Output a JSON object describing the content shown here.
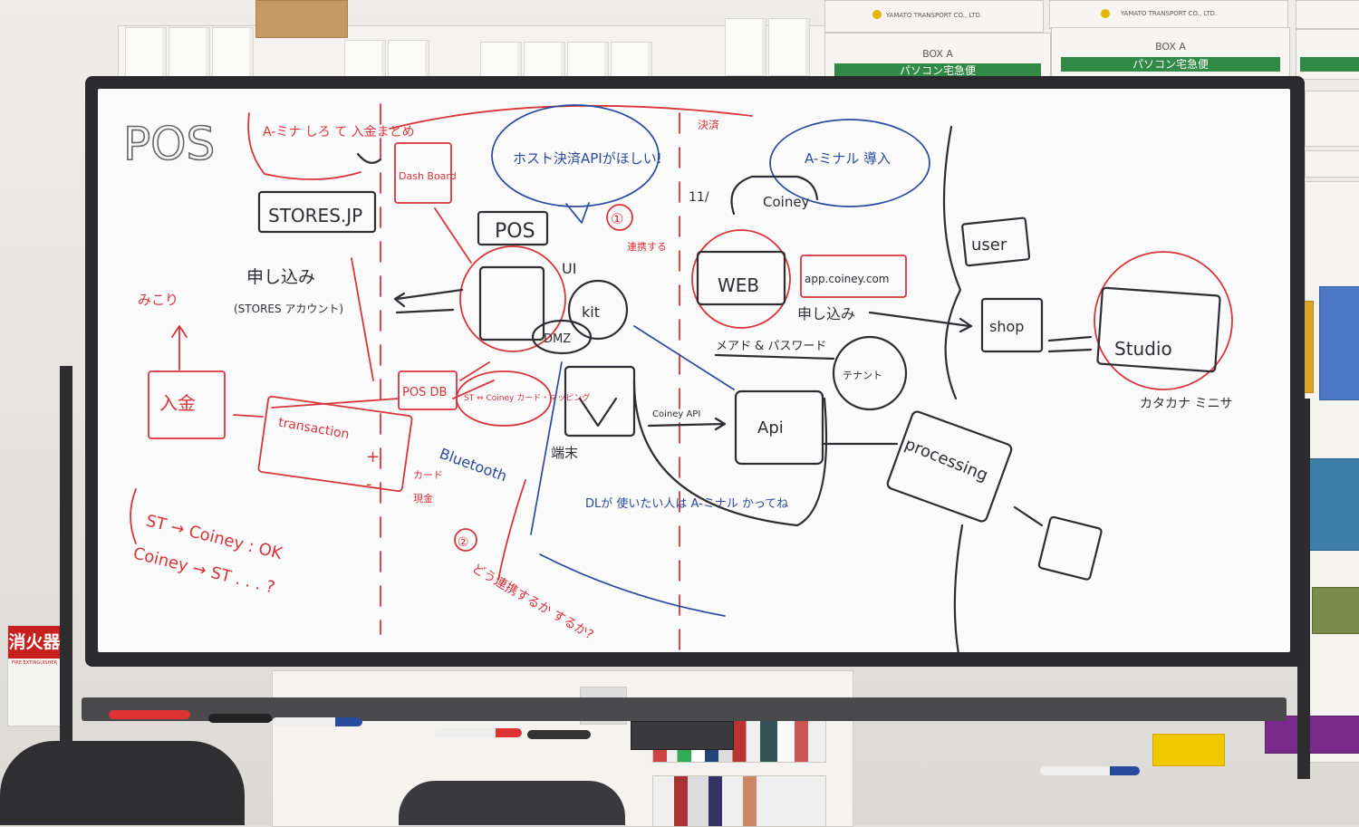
{
  "boxes": {
    "label_top": "YAMATO TRANSPORT CO., LTD.",
    "label_box": "BOX A",
    "label_band": "パソコン宅急便"
  },
  "fire_sign": {
    "label": "消火器",
    "sub": "FIRE EXTINGUISHER"
  },
  "whiteboard": {
    "title": "POS",
    "left_column": {
      "note_red": "A-ミナ しろ て 入金まとめ",
      "stores_box": "STORES.JP",
      "apply": "申し込み",
      "apply_sub": "(STORES アカウント)",
      "review": "みこり",
      "payment_box": "入金",
      "transaction_box": "transaction",
      "plus": "+",
      "minus": "-",
      "side_a": "カード",
      "side_b": "現金",
      "sync1": "ST → Coiney : OK",
      "sync2": "Coiney → ST . . . ?"
    },
    "center_column": {
      "dashboard": "Dash Board",
      "pos_box": "POS",
      "speech": "ホスト決済APIがほしい!",
      "circle1": "①",
      "ui_label": "UI",
      "kit_label": "kit",
      "dmz_label": "DMZ",
      "pos_db": "POS DB",
      "st_coiney": "ST ⇔ Coiney カード・マッピング",
      "bluetooth": "Bluetooth",
      "term": "端末",
      "circle2": "②",
      "circle2_note": "どう連携するか するか?",
      "blue_note": "DLが 使いたい人は A-ミナル かってね"
    },
    "right_column": {
      "check": "決済",
      "integrate": "連携する",
      "web_box": "WEB",
      "pill": "11/",
      "coiney_tab": "Coiney",
      "url": "app.coiney.com",
      "apply": "申し込み",
      "email_pass": "メアド & パスワード",
      "tenant": "テナント",
      "coiney_api": "Coiney API",
      "api_box": "Api",
      "processing": "processing",
      "speech2": "A-ミナル 導入",
      "user_box": "user",
      "shop_box": "shop",
      "studio_box": "Studio",
      "japanese_note": "カタカナ ミニサ"
    }
  }
}
